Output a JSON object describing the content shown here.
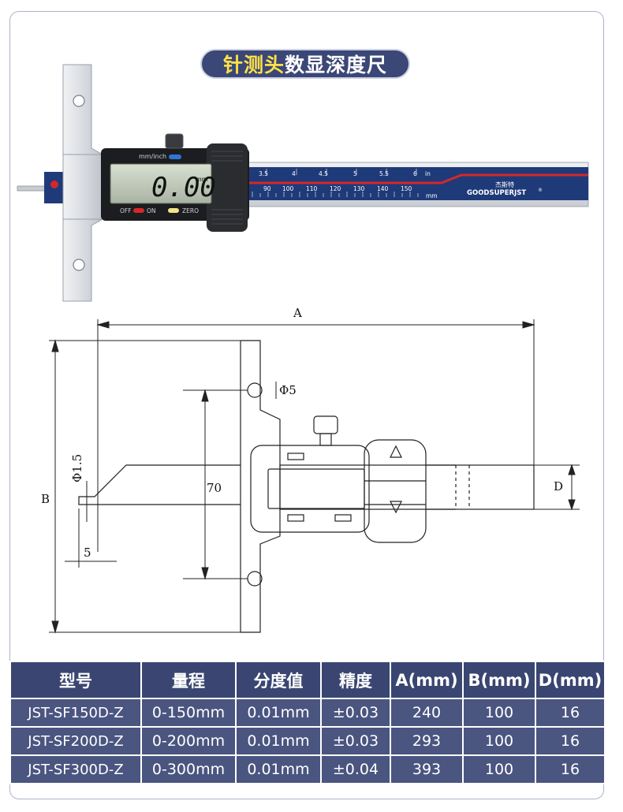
{
  "title": {
    "highlight": "针测头",
    "rest": "数显深度尺"
  },
  "caliper": {
    "unit_button_label": "mm/inch",
    "lcd_reading": "0.00",
    "lcd_unit": "mm",
    "off_label": "OFF",
    "on_label": "ON",
    "zero_label": "ZERO",
    "inch_scale": [
      "3.5",
      "4",
      "4.5",
      "5",
      "5.5",
      "6"
    ],
    "inch_unit": "in",
    "mm_scale": [
      "90",
      "100",
      "110",
      "120",
      "130",
      "140",
      "150"
    ],
    "mm_unit": "mm",
    "brand_cn": "杰斯特",
    "brand": "GOODSUPERJST",
    "brand_mark": "®"
  },
  "drawing": {
    "label_a": "A",
    "label_b": "B",
    "label_d": "D",
    "label_phi5": "Φ5",
    "label_phi15": "Φ1.5",
    "label_70": "70",
    "label_5": "5"
  },
  "spec_table": {
    "headers": [
      "型号",
      "量程",
      "分度值",
      "精度",
      "A(mm)",
      "B(mm)",
      "D(mm)"
    ],
    "rows": [
      [
        "JST-SF150D-Z",
        "0-150mm",
        "0.01mm",
        "±0.03",
        "240",
        "100",
        "16"
      ],
      [
        "JST-SF200D-Z",
        "0-200mm",
        "0.01mm",
        "±0.03",
        "293",
        "100",
        "16"
      ],
      [
        "JST-SF300D-Z",
        "0-300mm",
        "0.01mm",
        "±0.04",
        "393",
        "100",
        "16"
      ]
    ]
  },
  "colors": {
    "accent_navy": "#3b4776",
    "title_highlight": "#ffe14a",
    "scale_blue": "#1e3a78",
    "scale_red": "#d4282a"
  }
}
